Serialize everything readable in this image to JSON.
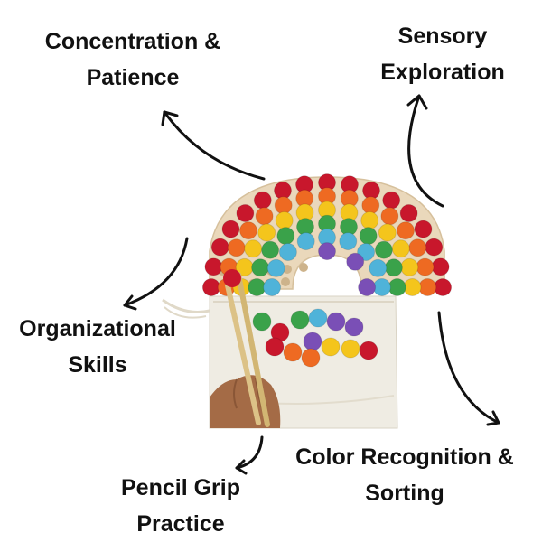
{
  "labels": {
    "concentration": {
      "line1": "Concentration &",
      "line2": "Patience"
    },
    "sensory": {
      "line1": "Sensory",
      "line2": "Exploration"
    },
    "organizational": {
      "line1": "Organizational",
      "line2": "Skills"
    },
    "pencil": {
      "line1": "Pencil Grip",
      "line2": "Practice"
    },
    "color": {
      "line1": "Color Recognition &",
      "line2": "Sorting"
    }
  },
  "colors": {
    "text": "#111111",
    "arrow": "#111111",
    "board": "#ead8bb",
    "bag": "#efece3",
    "red": "#c8172c",
    "orange": "#ee6a22",
    "yellow": "#f4c51c",
    "green": "#3aa24a",
    "blue": "#4fb3d9",
    "purple": "#7a4fb6",
    "skin": "#a46b46",
    "chopstick": "#dcc287"
  }
}
